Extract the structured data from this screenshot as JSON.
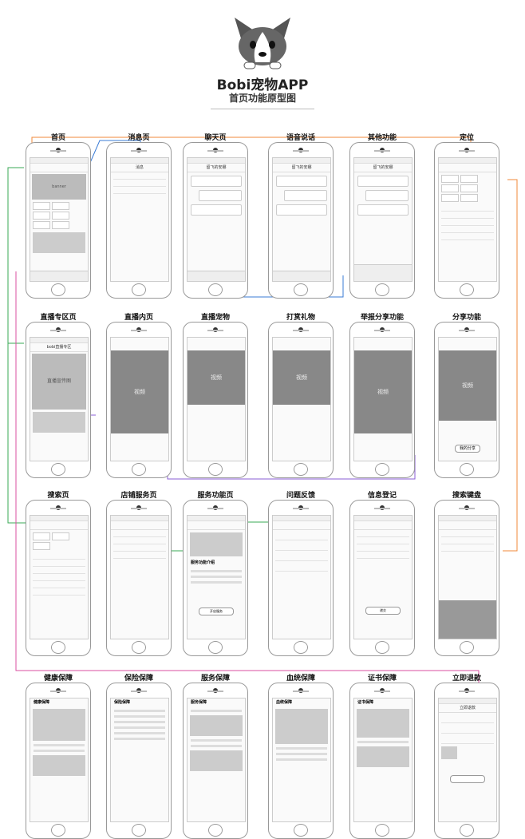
{
  "header": {
    "app_title": "Bobi宠物APP",
    "subtitle": "首页功能原型图"
  },
  "rows": [
    [
      "首页",
      "消息页",
      "聊天页",
      "语音说话",
      "其他功能",
      "定位"
    ],
    [
      "直播专区页",
      "直播内页",
      "直播宠物",
      "打赏礼物",
      "举报分享功能",
      "分享功能"
    ],
    [
      "搜索页",
      "店铺服务页",
      "服务功能页",
      "问题反馈",
      "信息登记",
      "搜索键盘"
    ],
    [
      "健康保障",
      "保险保障",
      "服务保障",
      "血统保障",
      "证书保障",
      "立即退款"
    ]
  ],
  "screen_text": {
    "home_banner": "banner",
    "msg_title": "消息",
    "chat_title": "留飞的安娜",
    "live_zone_title": "bobi直播专区",
    "live_promo": "直播宣传图",
    "video": "视频",
    "share_btn": "我的分享",
    "service_intro": "服务功能介绍",
    "start_service": "开启服务",
    "submit": "递交",
    "health": "健康保障",
    "insurance": "保险保障",
    "service": "服务保障",
    "pedigree": "血统保障",
    "certificate": "证书保障",
    "refund": "立即退款"
  },
  "colors": {
    "orange": "#f0883a",
    "blue": "#3a7bd5",
    "green": "#3aaa55",
    "magenta": "#d94fa0",
    "purple": "#8a5cd6"
  }
}
